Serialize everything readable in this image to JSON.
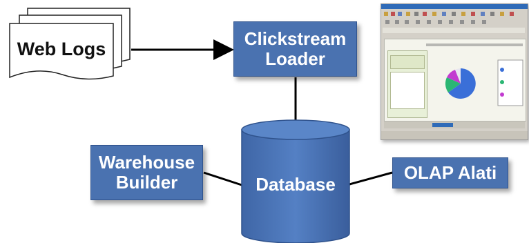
{
  "nodes": {
    "web_logs": "Web Logs",
    "clickstream_loader": [
      "Clickstream",
      "Loader"
    ],
    "warehouse_builder": [
      "Warehouse",
      "Builder"
    ],
    "database": "Database",
    "olap_tools": "OLAP Alati"
  },
  "colors": {
    "box_fill": "#4a72b0",
    "box_text": "#ffffff",
    "connector": "#000000",
    "pie_slices": [
      "#3a6fd8",
      "#2bb673",
      "#c23bd0",
      "#e8e6f0"
    ]
  }
}
